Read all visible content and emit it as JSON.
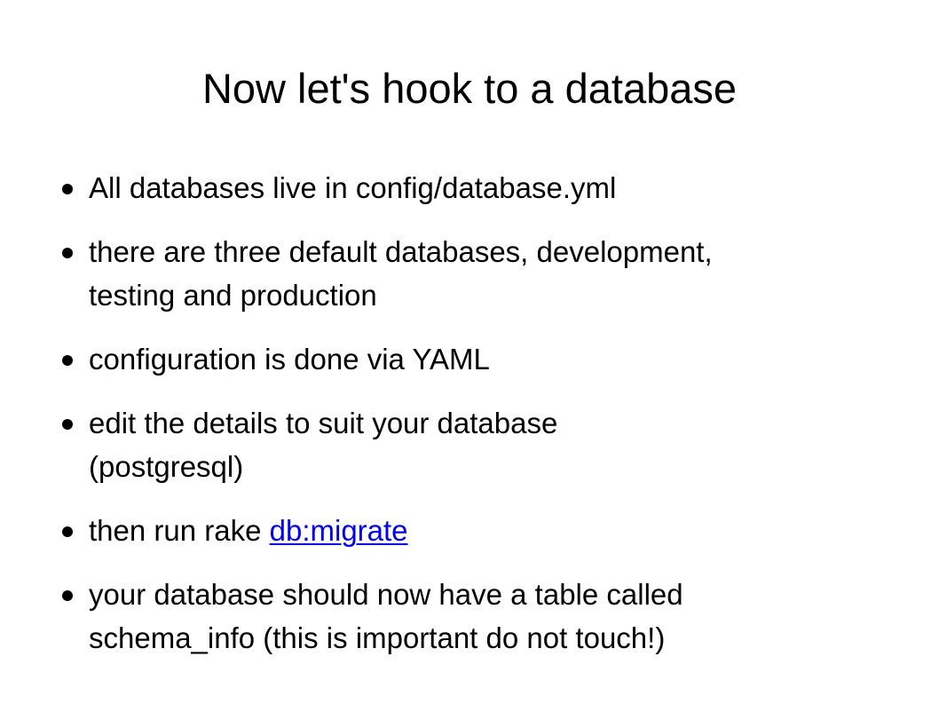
{
  "slide": {
    "title": "Now let's hook to a database",
    "bullets": [
      {
        "lines": [
          "All databases live in config/database.yml"
        ]
      },
      {
        "lines": [
          "there are three default databases, development,",
          "testing and production"
        ]
      },
      {
        "lines": [
          "configuration is done via YAML"
        ]
      },
      {
        "lines": [
          "edit the details to suit your database",
          "(postgresql)"
        ]
      },
      {
        "prefix": "then run rake ",
        "link": "db:migrate"
      },
      {
        "lines": [
          "your database should now have a table called",
          "schema_info (this is important do not touch!)"
        ]
      }
    ]
  },
  "colors": {
    "text": "#000000",
    "link": "#0000ee",
    "background": "#ffffff"
  }
}
